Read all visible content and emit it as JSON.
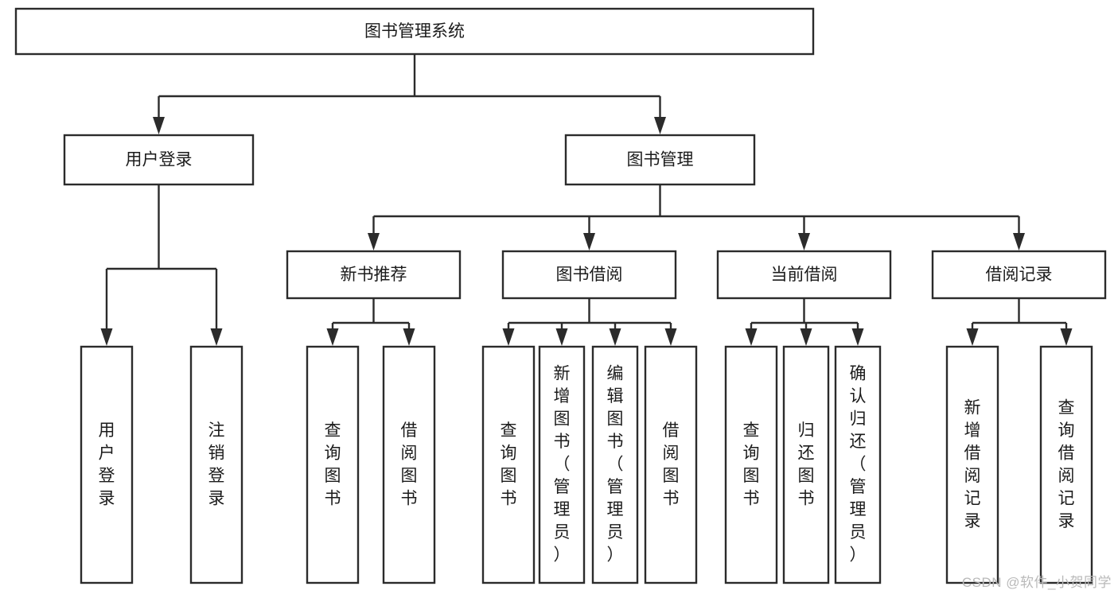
{
  "diagram": {
    "type": "tree",
    "title": "图书管理系统",
    "watermark": "CSDN @软件_小贺同学",
    "colors": {
      "stroke": "#2b2b2b",
      "fill": "#ffffff",
      "text": "#1b1b1b",
      "watermark": "#b9b9b9",
      "background": "#ffffff"
    },
    "nodes": {
      "root": {
        "label": "图书管理系统",
        "orientation": "horizontal"
      },
      "l1": [
        {
          "id": "user-login",
          "label": "用户登录",
          "orientation": "horizontal"
        },
        {
          "id": "book-manage",
          "label": "图书管理",
          "orientation": "horizontal"
        }
      ],
      "l2": [
        {
          "id": "new-book-recommend",
          "label": "新书推荐",
          "orientation": "horizontal",
          "parent": "book-manage"
        },
        {
          "id": "book-borrow",
          "label": "图书借阅",
          "orientation": "horizontal",
          "parent": "book-manage"
        },
        {
          "id": "current-borrow",
          "label": "当前借阅",
          "orientation": "horizontal",
          "parent": "book-manage"
        },
        {
          "id": "borrow-record",
          "label": "借阅记录",
          "orientation": "horizontal",
          "parent": "book-manage"
        }
      ],
      "leaves": [
        {
          "id": "leaf-user-login",
          "label": "用户登录",
          "orientation": "vertical",
          "parent": "user-login"
        },
        {
          "id": "leaf-user-logout",
          "label": "注销登录",
          "orientation": "vertical",
          "parent": "user-login"
        },
        {
          "id": "leaf-query-book-1",
          "label": "查询图书",
          "orientation": "vertical",
          "parent": "new-book-recommend"
        },
        {
          "id": "leaf-borrow-book-1",
          "label": "借阅图书",
          "orientation": "vertical",
          "parent": "new-book-recommend"
        },
        {
          "id": "leaf-query-book-2",
          "label": "查询图书",
          "orientation": "vertical",
          "parent": "book-borrow"
        },
        {
          "id": "leaf-add-book",
          "label": "新增图书（管理员）",
          "orientation": "vertical",
          "parent": "book-borrow"
        },
        {
          "id": "leaf-edit-book",
          "label": "编辑图书（管理员）",
          "orientation": "vertical",
          "parent": "book-borrow"
        },
        {
          "id": "leaf-borrow-book-2",
          "label": "借阅图书",
          "orientation": "vertical",
          "parent": "book-borrow"
        },
        {
          "id": "leaf-query-book-3",
          "label": "查询图书",
          "orientation": "vertical",
          "parent": "current-borrow"
        },
        {
          "id": "leaf-return-book",
          "label": "归还图书",
          "orientation": "vertical",
          "parent": "current-borrow"
        },
        {
          "id": "leaf-confirm-return",
          "label": "确认归还（管理员）",
          "orientation": "vertical",
          "parent": "current-borrow"
        },
        {
          "id": "leaf-add-record",
          "label": "新增借阅记录",
          "orientation": "vertical",
          "parent": "borrow-record"
        },
        {
          "id": "leaf-query-record",
          "label": "查询借阅记录",
          "orientation": "vertical",
          "parent": "borrow-record"
        }
      ]
    }
  }
}
